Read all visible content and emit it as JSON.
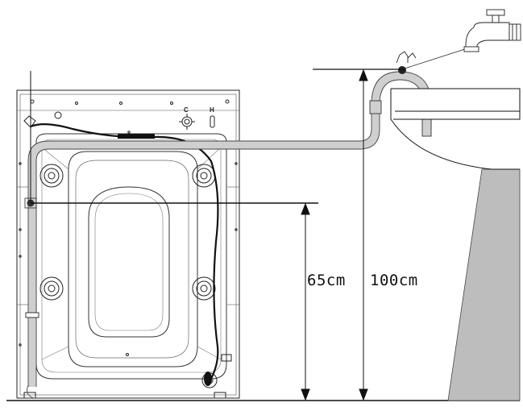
{
  "labels": {
    "height_low": "65cm",
    "height_high": "100cm",
    "marker_c": "C",
    "marker_h": "H"
  },
  "colors": {
    "line": "#111111",
    "hose": "#c4c4c4",
    "basin_pedestal": "#bdbdbd",
    "background": "#ffffff"
  },
  "icons": {
    "tap": "water-tap-icon",
    "hose_hook": "hose-hook-icon"
  }
}
